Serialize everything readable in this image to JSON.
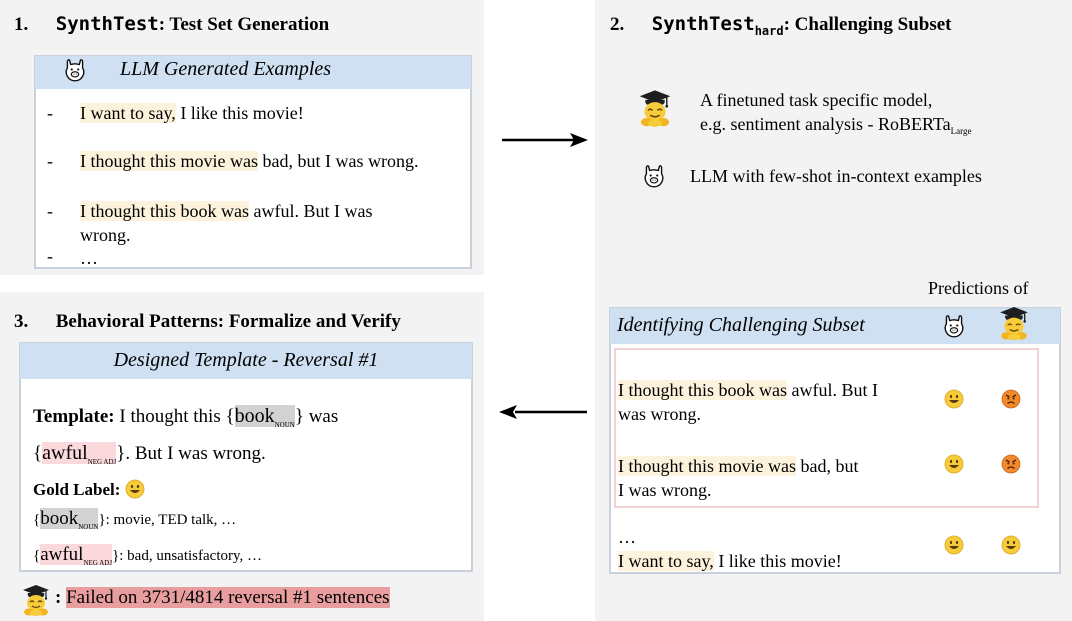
{
  "panel1": {
    "num": "1.",
    "title_code": "SynthTest",
    "title_rest": ": Test Set Generation",
    "bar_label": "LLM Generated Examples",
    "examples": [
      {
        "hl": "I want to say,",
        "rest": " I like this movie!"
      },
      {
        "hl": "I thought this movie was",
        "rest": " bad, but I was wrong."
      },
      {
        "hl": "I thought this book was",
        "rest": " awful. But I was wrong."
      }
    ],
    "ellipsis": "…",
    "dash": "-"
  },
  "panel2": {
    "num": "2.",
    "title_code": "SynthTest",
    "title_sub": "hard",
    "title_rest": ": Challenging Subset",
    "item1_line1": "A finetuned task specific model,",
    "item1_line2": "e.g. sentiment analysis - RoBERTa",
    "item1_sub": "Large",
    "item2": "LLM with few-shot in-context examples",
    "predictions_of": "Predictions of",
    "bar_label": "Identifying Challenging Subset",
    "rows": [
      {
        "hl": "I thought this book was",
        "rest": " awful. But I",
        "line2": "was wrong.",
        "llm": "smile",
        "model": "angry"
      },
      {
        "hl": "I thought this movie was",
        "rest": " bad, but",
        "line2": "I was wrong.",
        "llm": "smile",
        "model": "angry"
      },
      {
        "pre": "…",
        "hl": "I want to say,",
        "rest": " I like this movie!",
        "llm": "smile",
        "model": "smile"
      }
    ]
  },
  "panel3": {
    "num": "3.",
    "title": "Behavioral Patterns: Formalize and Verify",
    "bar_label": "Designed Template - Reversal #1",
    "template_label": "Template:",
    "t_pre": " I thought this {",
    "t_book": "book",
    "t_noun": "NOUN",
    "t_mid": "} was",
    "t_awful": "awful",
    "t_negadj": "NEG ADJ",
    "t_end": "}. But I was wrong.",
    "gold_label": "Gold Label:",
    "fill1_book": "book",
    "fill1_noun": "NOUN",
    "fill1_rest": "}: movie, TED talk, …",
    "fill2_awful": "awful",
    "fill2_negadj": "NEG ADJ",
    "fill2_rest": "}: bad, unsatisfactory, …",
    "colon": ":",
    "failed": "Failed on 3731/4814 reversal #1 sentences"
  },
  "colors": {
    "panel_bg": "#f3f3f3",
    "bar_blue": "#cfe0f3",
    "highlight_yellow": "#fdf3dc",
    "highlight_red": "#fbd8dc",
    "highlight_gray": "#d2d2d2",
    "fail_red": "#e89e9e",
    "emoji_yellow": "#f7cc3a",
    "angry_orange": "#f08a2c"
  }
}
